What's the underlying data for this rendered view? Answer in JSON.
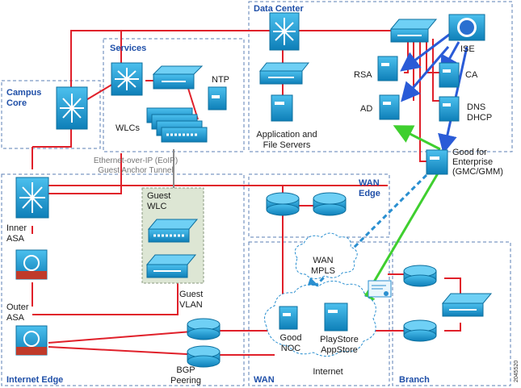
{
  "zones": {
    "data_center": "Data Center",
    "services": "Services",
    "campus_core": "Campus\nCore",
    "wan_edge": "WAN\nEdge",
    "internet_edge": "Internet Edge",
    "wan": "WAN",
    "branch": "Branch"
  },
  "labels": {
    "ntp": "NTP",
    "wlcs": "WLCs",
    "app_servers": "Application and\nFile Servers",
    "rsa": "RSA",
    "ise": "ISE",
    "ca": "CA",
    "ad": "AD",
    "dns_dhcp": "DNS\nDHCP",
    "good_enterprise": "Good for\nEnterprise\n(GMC/GMM)",
    "eoip": "Ethernet-over-IP (EoIP)\nGuest Anchor Tunnel",
    "guest_wlc": "Guest\nWLC",
    "guest_vlan": "Guest\nVLAN",
    "inner_asa": "Inner\nASA",
    "outer_asa": "Outer\nASA",
    "bgp_peering": "BGP\nPeering",
    "wan_mpls": "WAN\nMPLS",
    "good_noc": "Good\nNOC",
    "playstore": "PlayStore\nAppStore",
    "internet": "Internet"
  },
  "figure_code": "2045520",
  "colors": {
    "zone_border": "#5b7fb5",
    "zone_title": "#1f4fa8",
    "red_link": "#e0202a",
    "grey_link": "#8a8a8a",
    "blue_arrow": "#2a5bd7",
    "green_arrow": "#3fcf2f",
    "dashed_blue": "#2a8fd0",
    "device_fill": "#1e9fd5",
    "device_dark": "#0d6f9e",
    "guest_box_fill": "#dde6d4",
    "guest_box_border": "#8a9a80"
  },
  "icons": [
    "switch-icon",
    "router-icon",
    "server-icon",
    "wlc-icon",
    "firewall-icon",
    "ise-globe-icon",
    "cloud-icon",
    "certificate-icon",
    "layer3-switch-icon"
  ]
}
